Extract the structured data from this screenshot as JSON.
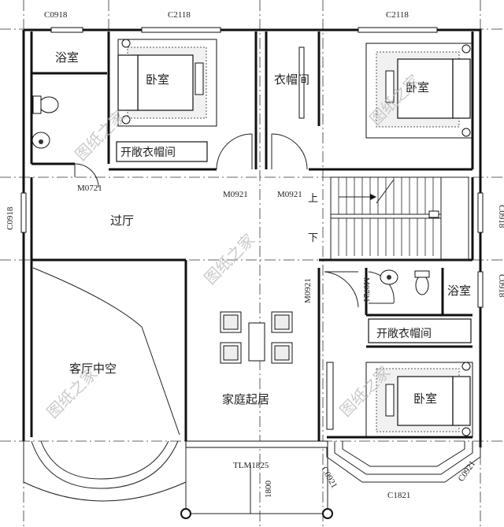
{
  "rooms": {
    "bath_nw": "浴室",
    "bedroom_nw": "卧室",
    "closet_mid": "衣帽间",
    "bedroom_ne": "卧室",
    "walkin_nw": "开敞衣帽间",
    "hall": "过厅",
    "living_void": "客厅中空",
    "family_room": "家庭起居",
    "bath_se": "浴室",
    "walkin_se": "开敞衣帽间",
    "bedroom_se": "卧室"
  },
  "stair": {
    "up": "上",
    "down": "下"
  },
  "codes": {
    "top_c0918": "C0918",
    "top_c2118_a": "C2118",
    "top_c2118_b": "C2118",
    "m0721_a": "M0721",
    "m0921_a": "M0921",
    "m0921_b": "M0921",
    "left_c0918": "C0918",
    "right_c0918_a": "C0918",
    "m0921_c": "M0921",
    "m0721_b": "M0721",
    "right_c0918_b": "C0918",
    "tlm1825": "TLM1825",
    "dim_1800": "1800",
    "c0921_a": "C0921",
    "c1821": "C1821",
    "c0921_b": "C0921"
  },
  "watermark": "图纸之家"
}
